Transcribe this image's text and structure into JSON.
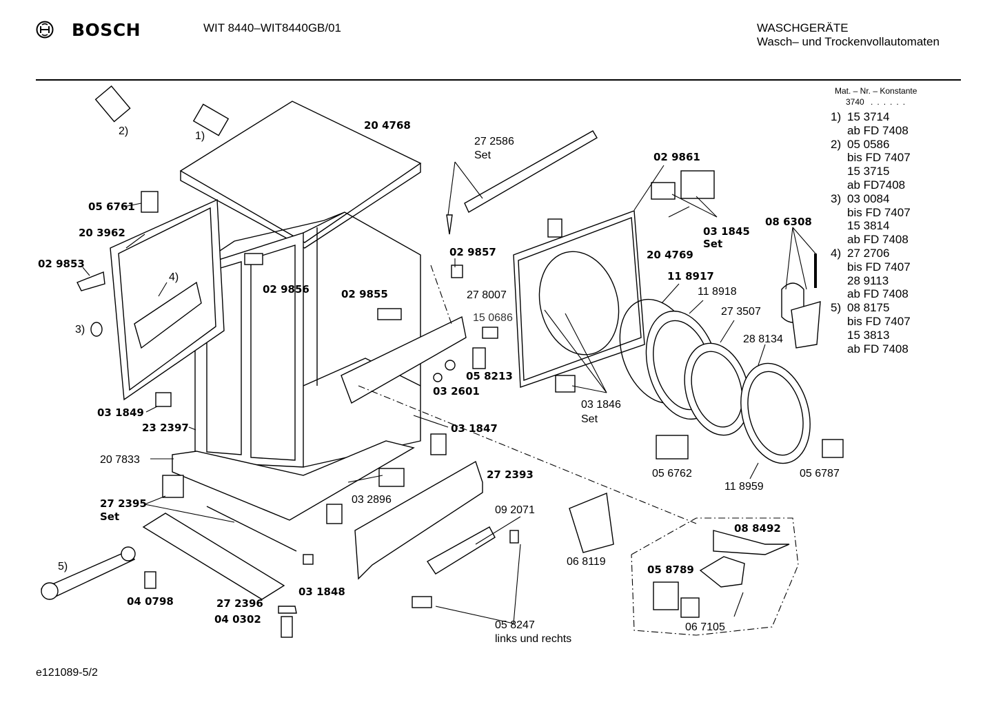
{
  "header": {
    "brand": "BOSCH",
    "model": "WIT 8440–WIT8440GB/01",
    "category": "WASCHGERÄTE",
    "subtitle": "Wasch– und Trockenvollautomaten"
  },
  "legend": {
    "title": "Mat. – Nr. – Konstante",
    "constant": "3740",
    "entries": [
      {
        "n": "1)",
        "lines": [
          "15 3714",
          "ab FD 7408"
        ]
      },
      {
        "n": "2)",
        "lines": [
          "05 0586",
          "bis FD 7407",
          "15 3715",
          "ab FD7408"
        ]
      },
      {
        "n": "3)",
        "lines": [
          "03 0084",
          "bis FD 7407",
          "15 3814",
          "ab FD 7408"
        ]
      },
      {
        "n": "4)",
        "lines": [
          "27 2706",
          "bis FD 7407",
          "28 9113",
          "ab FD 7408"
        ]
      },
      {
        "n": "5)",
        "lines": [
          "08 8175",
          "bis FD 7407",
          "15 3813",
          "ab FD 7408"
        ]
      }
    ]
  },
  "labels": {
    "p2": "2)",
    "p1": "1)",
    "p4": "4)",
    "p3": "3)",
    "p5": "5)",
    "l204768": "20 4768",
    "l056761": "05 6761",
    "l203962": "20 3962",
    "l029853": "02 9853",
    "l029856": "02 9856",
    "l029855": "02 9855",
    "l029857": "02 9857",
    "l272586": "27 2586",
    "l272586set": "Set",
    "l278007": "27 8007",
    "l150686": "15 0686",
    "l058213": "05 8213",
    "l032601": "03 2601",
    "l031849": "03 1849",
    "l232397": "23 2397",
    "l207833": "20 7833",
    "l031847": "03 1847",
    "l272393": "27 2393",
    "l032896": "03 2896",
    "l272395": "27 2395",
    "l272395set": "Set",
    "l092071": "09 2071",
    "l040798": "04 0798",
    "l031848": "03 1848",
    "l272396": "27 2396",
    "l040302": "04 0302",
    "l058247": "05 8247",
    "l058247b": "links und rechts",
    "l068119": "06 8119",
    "l088492": "08 8492",
    "l058789": "05 8789",
    "l067105": "06 7105",
    "l029861": "02 9861",
    "l031845": "03 1845",
    "l031845set": "Set",
    "l086308": "08 6308",
    "l204769": "20 4769",
    "l118917": "11 8917",
    "l118918": "11 8918",
    "l273507": "27 3507",
    "l288134": "28 8134",
    "l031846": "03 1846",
    "l031846set": "Set",
    "l056762": "05 6762",
    "l118959": "11 8959",
    "l056787": "05 6787"
  },
  "footer": {
    "code": "e121089-5/2"
  }
}
